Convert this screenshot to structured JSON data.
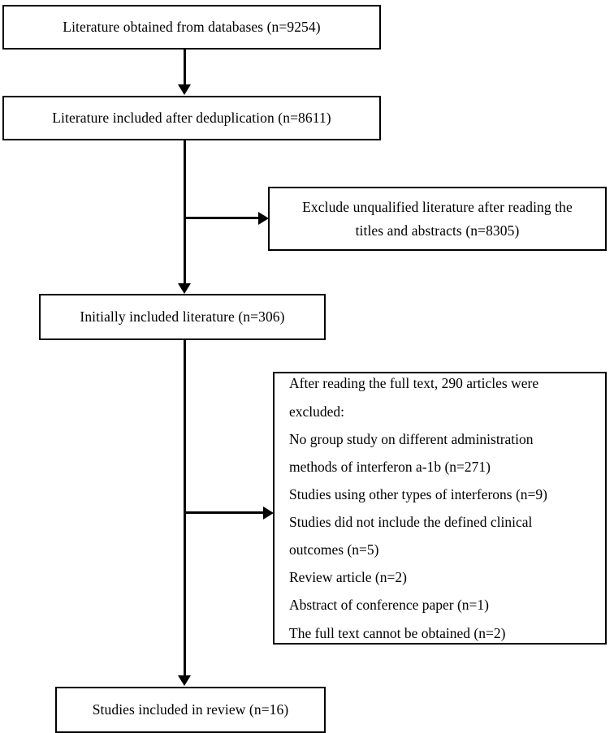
{
  "figure": {
    "type": "flowchart",
    "kind": "prisma-study-selection",
    "orientation": "top-to-bottom",
    "colors": {
      "border": "#000000",
      "background": "#ffffff",
      "text": "#000000"
    }
  },
  "nodes": {
    "databases": {
      "id": "databases",
      "label": "Literature obtained from databases (n=9254)",
      "count": 9254
    },
    "deduplication": {
      "id": "deduplication",
      "label": "Literature included after deduplication (n=8611)",
      "count": 8611
    },
    "exclude_titles_abstracts": {
      "id": "exclude-titles-abstracts",
      "label": "Exclude unqualified literature after reading the\ntitles and abstracts (n=8305)",
      "count": 8305
    },
    "initially_included": {
      "id": "initially-included",
      "label": "Initially included literature (n=306)",
      "count": 306
    },
    "exclude_full_text": {
      "id": "exclude-full-text",
      "heading": "After reading the full text, 290 articles were",
      "heading_cont": "excluded:",
      "total_excluded": 290,
      "reasons": [
        {
          "line1": "No group study on different administration",
          "line2": "methods of interferon a-1b (n=271)",
          "count": 271
        },
        {
          "line1": "Studies using other types of interferons (n=9)",
          "line2": "",
          "count": 9
        },
        {
          "line1": "Studies did not include the defined clinical",
          "line2": "outcomes (n=5)",
          "count": 5
        },
        {
          "line1": "Review article (n=2)",
          "line2": "",
          "count": 2
        },
        {
          "line1": "Abstract of conference paper (n=1)",
          "line2": "",
          "count": 1
        },
        {
          "line1": "The full text cannot be obtained (n=2)",
          "line2": "",
          "count": 2
        }
      ]
    },
    "included_in_review": {
      "id": "included-in-review",
      "label": "Studies included in review (n=16)",
      "count": 16
    }
  },
  "edges": [
    {
      "from": "databases",
      "to": "deduplication",
      "direction": "down"
    },
    {
      "from": "deduplication",
      "to": "exclude_titles_abstracts",
      "direction": "right"
    },
    {
      "from": "deduplication",
      "to": "initially_included",
      "direction": "down"
    },
    {
      "from": "initially_included",
      "to": "exclude_full_text",
      "direction": "right"
    },
    {
      "from": "initially_included",
      "to": "included_in_review",
      "direction": "down"
    }
  ]
}
